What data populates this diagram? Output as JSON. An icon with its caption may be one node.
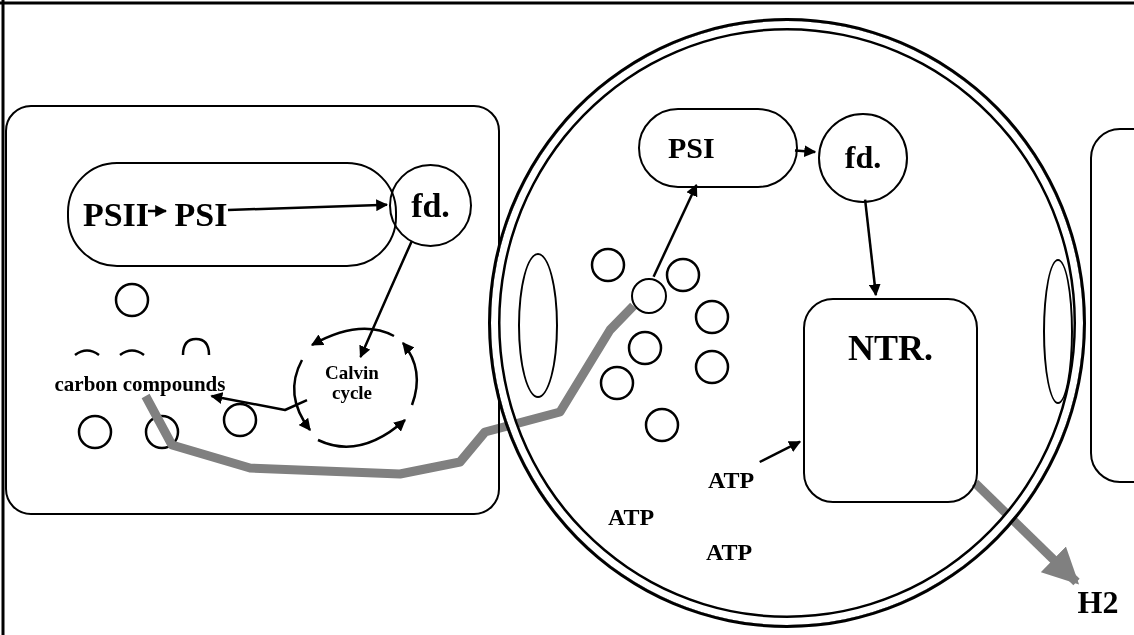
{
  "diagram": {
    "nodes": [
      {
        "text": [],
        "shape": "box"
      },
      {
        "text": [],
        "shape": "box",
        "in": 0
      },
      {
        "text": [
          "PSII"
        ],
        "in": 1
      },
      {
        "text": [
          "PSI"
        ],
        "in": 1
      },
      {
        "text": [
          "fd."
        ],
        "in": 0
      },
      {
        "text": [
          "Calvin cycle"
        ],
        "in": 0
      },
      {
        "text": [
          "carbon compounds"
        ],
        "in": 0
      },
      {
        "text": [],
        "shape": "circle"
      },
      {
        "text": [
          "PSI"
        ],
        "in": 7
      },
      {
        "text": [
          "fd."
        ],
        "in": 7
      },
      {
        "text": [
          "NTR."
        ],
        "in": 7
      },
      {
        "text": [],
        "shape": "circle",
        "in": 7
      },
      {
        "text": [
          "ATP"
        ],
        "in": 7
      },
      {
        "text": [
          "H2"
        ]
      },
      {
        "text": [],
        "shape": "box"
      },
      {
        "text": [],
        "shape": "ellipse",
        "in": 7
      },
      {
        "text": [],
        "shape": "ellipse",
        "in": 7
      }
    ],
    "edges": [
      {
        "from": 2,
        "to": 3,
        "arrow": "to"
      },
      {
        "from": 3,
        "to": 4,
        "arrow": "to"
      },
      {
        "from": 4,
        "to": 5,
        "arrow": "to"
      },
      {
        "from": 5,
        "to": 6,
        "arrow": "to"
      },
      {
        "from": 6,
        "to": 11,
        "arrow": "none",
        "style": "thick",
        "color": "#808080"
      },
      {
        "from": 11,
        "to": 8,
        "arrow": "to"
      },
      {
        "from": 8,
        "to": 9,
        "arrow": "to"
      },
      {
        "from": 9,
        "to": 10,
        "arrow": "to"
      },
      {
        "from": 12,
        "to": 10,
        "arrow": "to"
      },
      {
        "from": 10,
        "to": 13,
        "arrow": "to",
        "style": "thick",
        "color": "#808080"
      }
    ],
    "labels": [
      "ATP",
      "ATP"
    ]
  }
}
